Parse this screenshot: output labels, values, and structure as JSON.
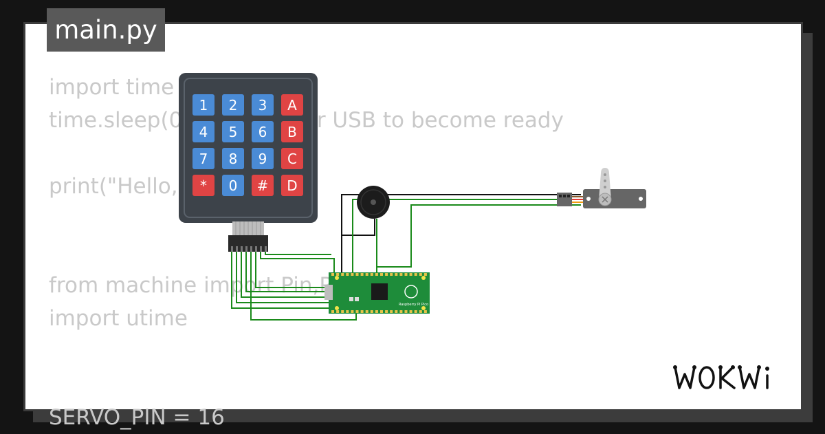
{
  "tab": {
    "filename": "main.py"
  },
  "code_lines": [
    "import time",
    "time.sleep(0.1) # Wait for USB to become ready",
    "",
    "print(\"Hello, Pi Pico!\")",
    "",
    "",
    "from machine import Pin,PWM",
    "import utime",
    "",
    "",
    "SERVO_PIN = 16"
  ],
  "keypad": {
    "rows": [
      [
        {
          "label": "1",
          "color": "#4a8bd6"
        },
        {
          "label": "2",
          "color": "#4a8bd6"
        },
        {
          "label": "3",
          "color": "#4a8bd6"
        },
        {
          "label": "A",
          "color": "#e04444"
        }
      ],
      [
        {
          "label": "4",
          "color": "#4a8bd6"
        },
        {
          "label": "5",
          "color": "#4a8bd6"
        },
        {
          "label": "6",
          "color": "#4a8bd6"
        },
        {
          "label": "B",
          "color": "#e04444"
        }
      ],
      [
        {
          "label": "7",
          "color": "#4a8bd6"
        },
        {
          "label": "8",
          "color": "#4a8bd6"
        },
        {
          "label": "9",
          "color": "#4a8bd6"
        },
        {
          "label": "C",
          "color": "#e04444"
        }
      ],
      [
        {
          "label": "*",
          "color": "#e04444"
        },
        {
          "label": "0",
          "color": "#4a8bd6"
        },
        {
          "label": "#",
          "color": "#e04444"
        },
        {
          "label": "D",
          "color": "#e04444"
        }
      ]
    ]
  },
  "components": {
    "keypad_name": "keypad-4x4",
    "buzzer_name": "buzzer",
    "servo_name": "servo",
    "board_name": "raspberry-pi-pico"
  },
  "board": {
    "silkscreen": "Raspberry Pi Pico © 2020"
  },
  "colors": {
    "wire_green": "#1a8a1a",
    "wire_black": "#111111",
    "board_green": "#1e8c3a",
    "code_gray": "#c9c9c9"
  },
  "brand": {
    "logo_text": "WOKWi"
  }
}
